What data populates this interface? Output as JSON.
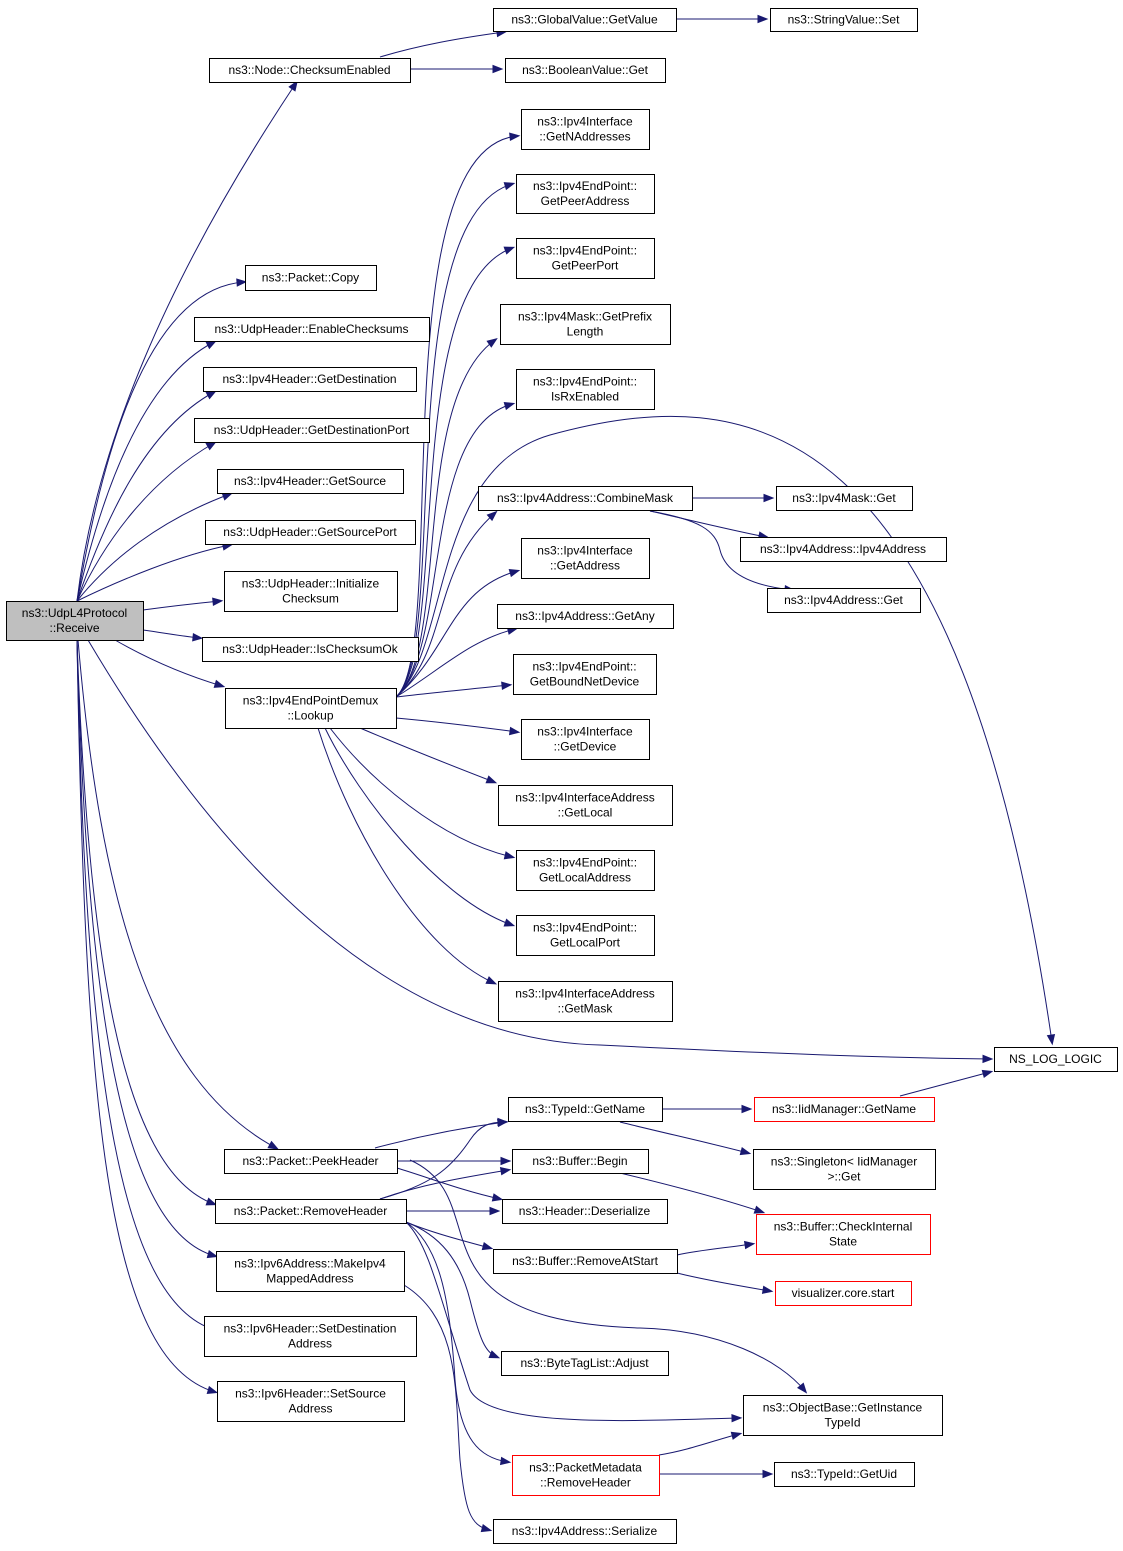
{
  "colors": {
    "edge": "#191970",
    "root_fill": "#bfbfbf",
    "red_border": "#ff0000",
    "border": "#000000"
  },
  "nodes": [
    {
      "id": "root",
      "lines": [
        "ns3::UdpL4Protocol",
        "::Receive"
      ]
    },
    {
      "id": "checksumEnabled",
      "lines": [
        "ns3::Node::ChecksumEnabled"
      ]
    },
    {
      "id": "globalGetValue",
      "lines": [
        "ns3::GlobalValue::GetValue"
      ]
    },
    {
      "id": "stringSet",
      "lines": [
        "ns3::StringValue::Set"
      ]
    },
    {
      "id": "boolGet",
      "lines": [
        "ns3::BooleanValue::Get"
      ]
    },
    {
      "id": "ifNAddr",
      "lines": [
        "ns3::Ipv4Interface",
        "::GetNAddresses"
      ]
    },
    {
      "id": "epPeerAddr",
      "lines": [
        "ns3::Ipv4EndPoint::",
        "GetPeerAddress"
      ]
    },
    {
      "id": "epPeerPort",
      "lines": [
        "ns3::Ipv4EndPoint::",
        "GetPeerPort"
      ]
    },
    {
      "id": "maskPrefix",
      "lines": [
        "ns3::Ipv4Mask::GetPrefix",
        "Length"
      ]
    },
    {
      "id": "epRx",
      "lines": [
        "ns3::Ipv4EndPoint::",
        "IsRxEnabled"
      ]
    },
    {
      "id": "pktCopy",
      "lines": [
        "ns3::Packet::Copy"
      ]
    },
    {
      "id": "udpEnable",
      "lines": [
        "ns3::UdpHeader::EnableChecksums"
      ]
    },
    {
      "id": "ipv4Dest",
      "lines": [
        "ns3::Ipv4Header::GetDestination"
      ]
    },
    {
      "id": "udpDestPort",
      "lines": [
        "ns3::UdpHeader::GetDestinationPort"
      ]
    },
    {
      "id": "ipv4Src",
      "lines": [
        "ns3::Ipv4Header::GetSource"
      ]
    },
    {
      "id": "udpSrcPort",
      "lines": [
        "ns3::UdpHeader::GetSourcePort"
      ]
    },
    {
      "id": "udpInit",
      "lines": [
        "ns3::UdpHeader::Initialize",
        "Checksum"
      ]
    },
    {
      "id": "udpOk",
      "lines": [
        "ns3::UdpHeader::IsChecksumOk"
      ]
    },
    {
      "id": "lookup",
      "lines": [
        "ns3::Ipv4EndPointDemux",
        "::Lookup"
      ]
    },
    {
      "id": "combineMask",
      "lines": [
        "ns3::Ipv4Address::CombineMask"
      ]
    },
    {
      "id": "maskGet",
      "lines": [
        "ns3::Ipv4Mask::Get"
      ]
    },
    {
      "id": "addrCtor",
      "lines": [
        "ns3::Ipv4Address::Ipv4Address"
      ]
    },
    {
      "id": "addrGet",
      "lines": [
        "ns3::Ipv4Address::Get"
      ]
    },
    {
      "id": "ifGetAddr",
      "lines": [
        "ns3::Ipv4Interface",
        "::GetAddress"
      ]
    },
    {
      "id": "addrAny",
      "lines": [
        "ns3::Ipv4Address::GetAny"
      ]
    },
    {
      "id": "epBound",
      "lines": [
        "ns3::Ipv4EndPoint::",
        "GetBoundNetDevice"
      ]
    },
    {
      "id": "ifDevice",
      "lines": [
        "ns3::Ipv4Interface",
        "::GetDevice"
      ]
    },
    {
      "id": "ifaLocal",
      "lines": [
        "ns3::Ipv4InterfaceAddress",
        "::GetLocal"
      ]
    },
    {
      "id": "epLocalAddr",
      "lines": [
        "ns3::Ipv4EndPoint::",
        "GetLocalAddress"
      ]
    },
    {
      "id": "epLocalPort",
      "lines": [
        "ns3::Ipv4EndPoint::",
        "GetLocalPort"
      ]
    },
    {
      "id": "ifaMask",
      "lines": [
        "ns3::Ipv4InterfaceAddress",
        "::GetMask"
      ]
    },
    {
      "id": "nsLog",
      "lines": [
        "NS_LOG_LOGIC"
      ]
    },
    {
      "id": "typeGetName",
      "lines": [
        "ns3::TypeId::GetName"
      ]
    },
    {
      "id": "iidGetName",
      "lines": [
        "ns3::IidManager::GetName"
      ],
      "red": true
    },
    {
      "id": "peek",
      "lines": [
        "ns3::Packet::PeekHeader"
      ]
    },
    {
      "id": "bufBegin",
      "lines": [
        "ns3::Buffer::Begin"
      ]
    },
    {
      "id": "singleton",
      "lines": [
        "ns3::Singleton< IidManager",
        ">::Get"
      ]
    },
    {
      "id": "removeHdr",
      "lines": [
        "ns3::Packet::RemoveHeader"
      ]
    },
    {
      "id": "hdrDeser",
      "lines": [
        "ns3::Header::Deserialize"
      ]
    },
    {
      "id": "checkInternal",
      "lines": [
        "ns3::Buffer::CheckInternal",
        "State"
      ],
      "red": true
    },
    {
      "id": "mapped",
      "lines": [
        "ns3::Ipv6Address::MakeIpv4",
        "MappedAddress"
      ]
    },
    {
      "id": "bufRemove",
      "lines": [
        "ns3::Buffer::RemoveAtStart"
      ]
    },
    {
      "id": "vis",
      "lines": [
        "visualizer.core.start"
      ],
      "red": true
    },
    {
      "id": "ipv6Dest",
      "lines": [
        "ns3::Ipv6Header::SetDestination",
        "Address"
      ]
    },
    {
      "id": "btAdjust",
      "lines": [
        "ns3::ByteTagList::Adjust"
      ]
    },
    {
      "id": "ipv6Src",
      "lines": [
        "ns3::Ipv6Header::SetSource",
        "Address"
      ]
    },
    {
      "id": "instTypeId",
      "lines": [
        "ns3::ObjectBase::GetInstance",
        "TypeId"
      ]
    },
    {
      "id": "pmRemove",
      "lines": [
        "ns3::PacketMetadata",
        "::RemoveHeader"
      ],
      "red": true
    },
    {
      "id": "typeUid",
      "lines": [
        "ns3::TypeId::GetUid"
      ]
    },
    {
      "id": "serialize",
      "lines": [
        "ns3::Ipv4Address::Serialize"
      ]
    }
  ]
}
